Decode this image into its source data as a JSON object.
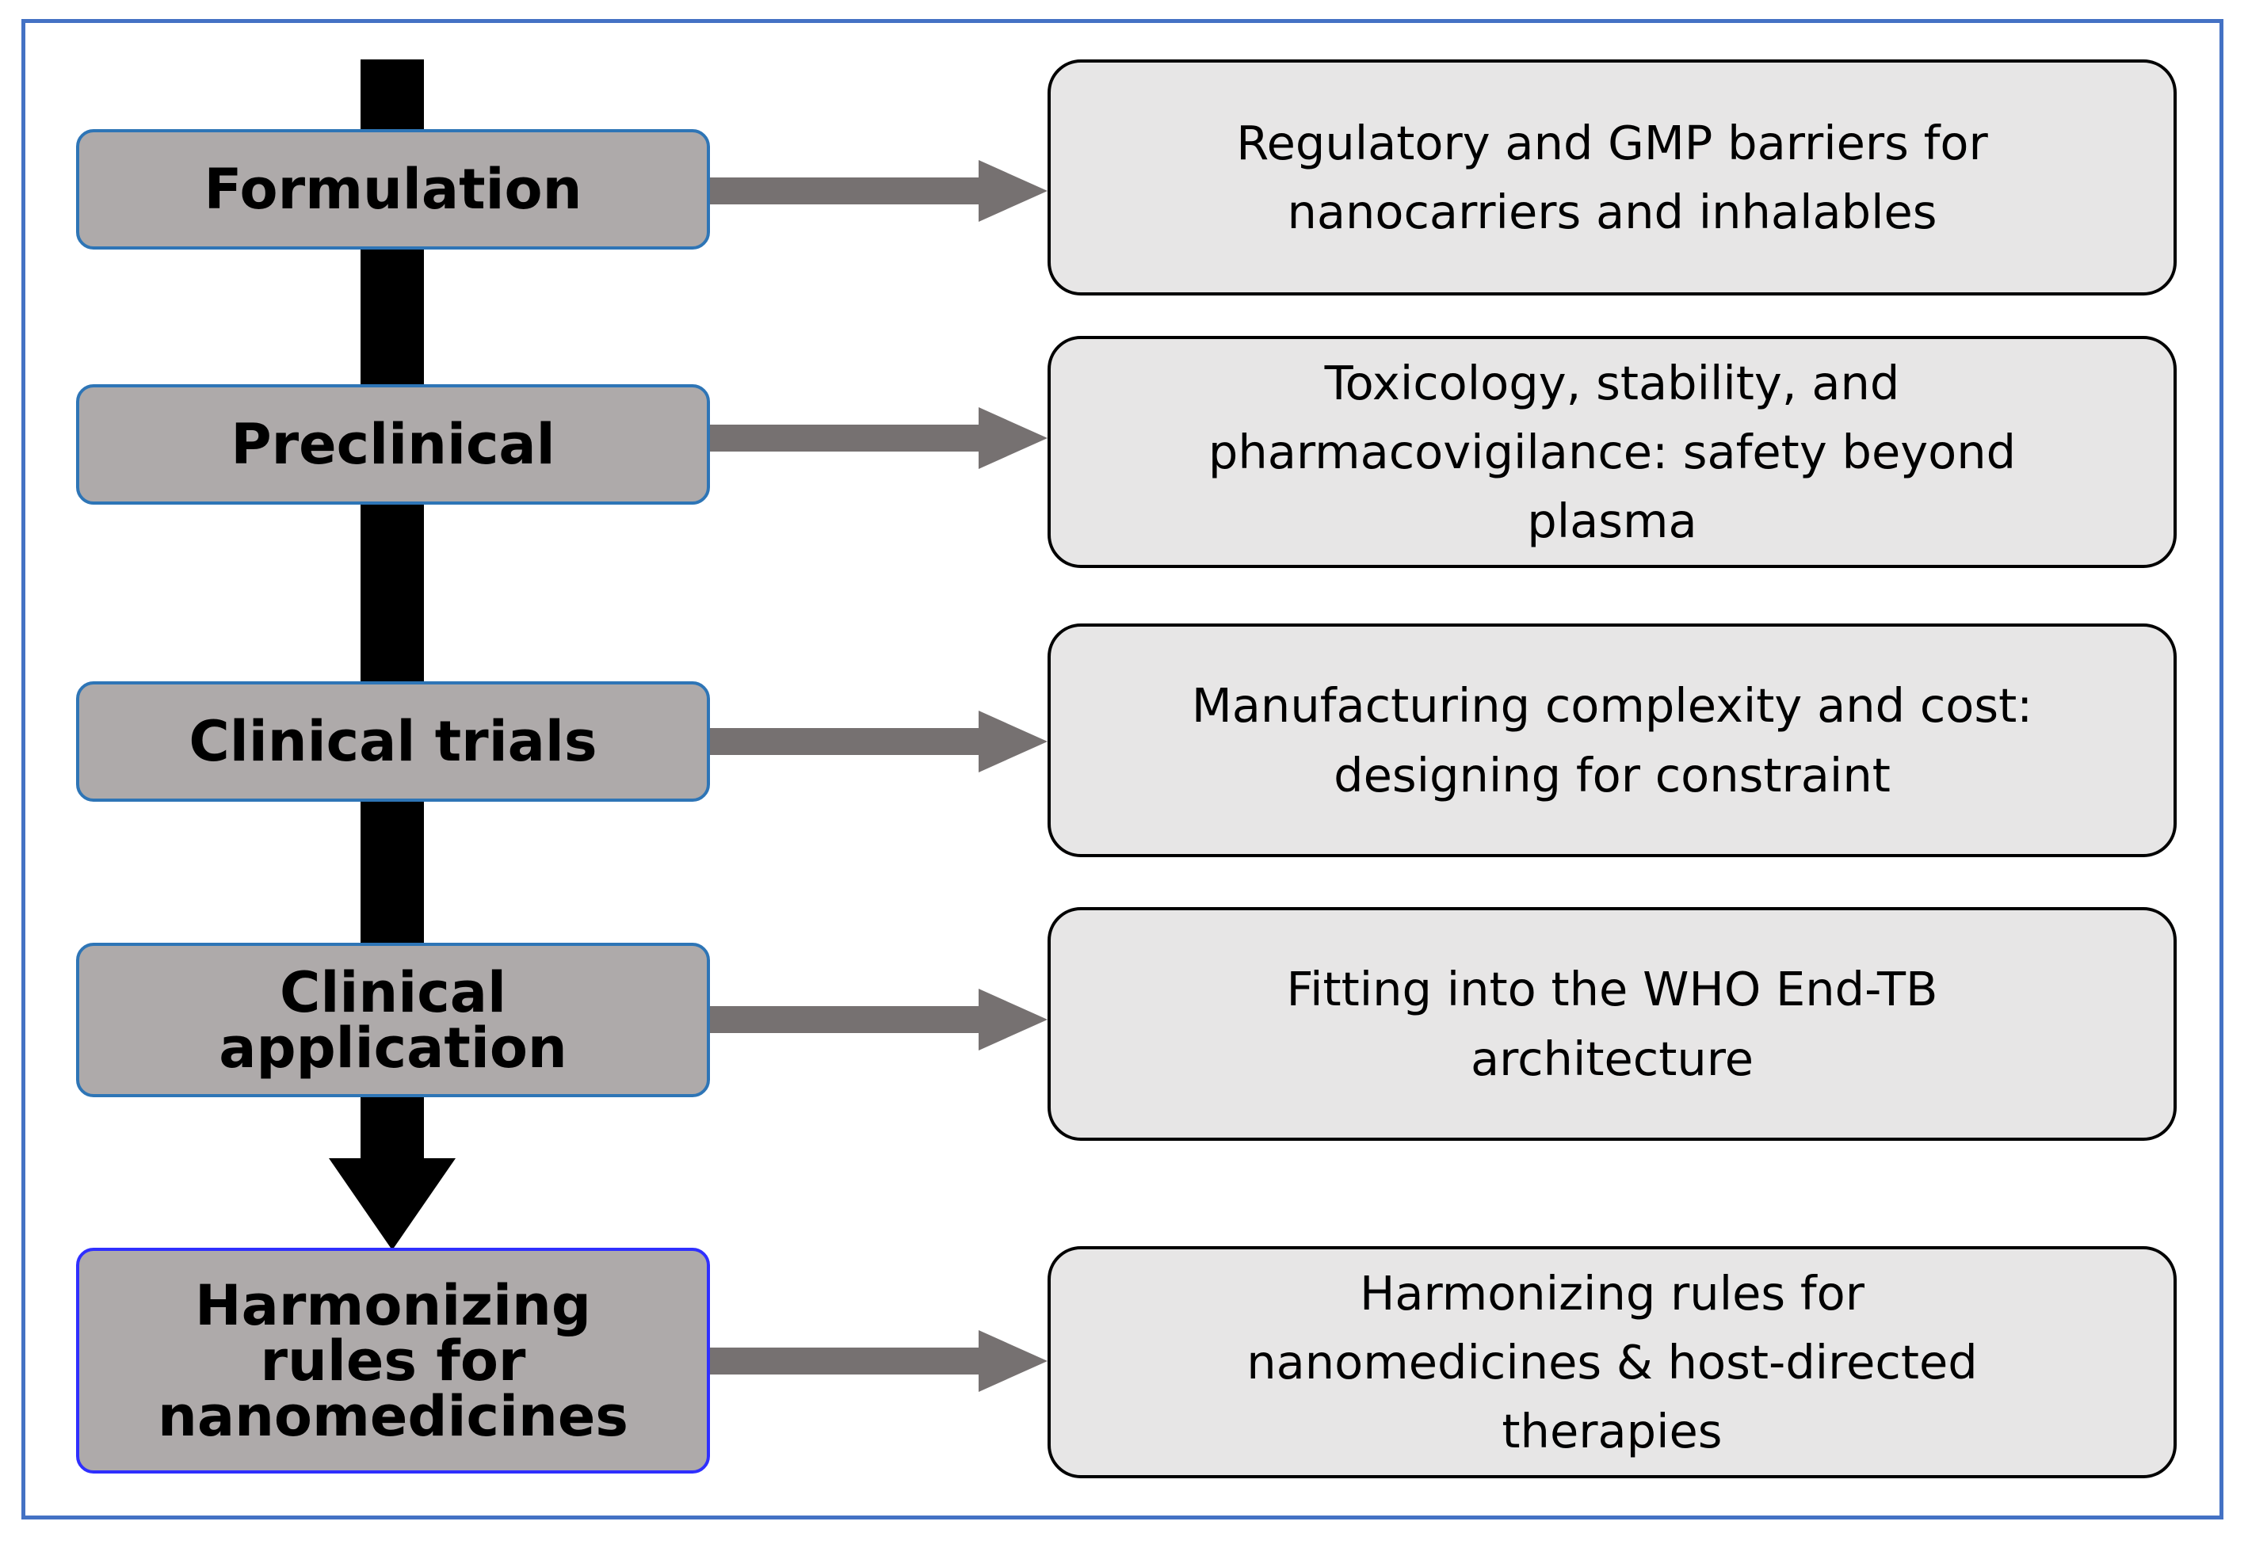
{
  "colors": {
    "frame_border": "#4472c4",
    "stage_fill": "#aeaaaa",
    "stage_border": "#2e75b6",
    "last_stage_border": "#2f2fff",
    "note_fill": "#e7e6e6",
    "main_arrow": "#000000",
    "side_arrow": "#767171"
  },
  "stages": [
    {
      "label": "Formulation"
    },
    {
      "label": "Preclinical"
    },
    {
      "label": "Clinical trials"
    },
    {
      "label": "Clinical\napplication"
    },
    {
      "label": "Harmonizing\nrules for\nnanomedicines"
    }
  ],
  "notes": [
    {
      "text": "Regulatory and GMP barriers for\nnanocarriers and inhalables"
    },
    {
      "text": "Toxicology, stability, and\npharmacovigilance: safety beyond\nplasma"
    },
    {
      "text": "Manufacturing complexity and cost:\ndesigning for constraint"
    },
    {
      "text": "Fitting into the WHO End-TB\narchitecture"
    },
    {
      "text": "Harmonizing rules for\nnanomedicines & host-directed\ntherapies"
    }
  ]
}
